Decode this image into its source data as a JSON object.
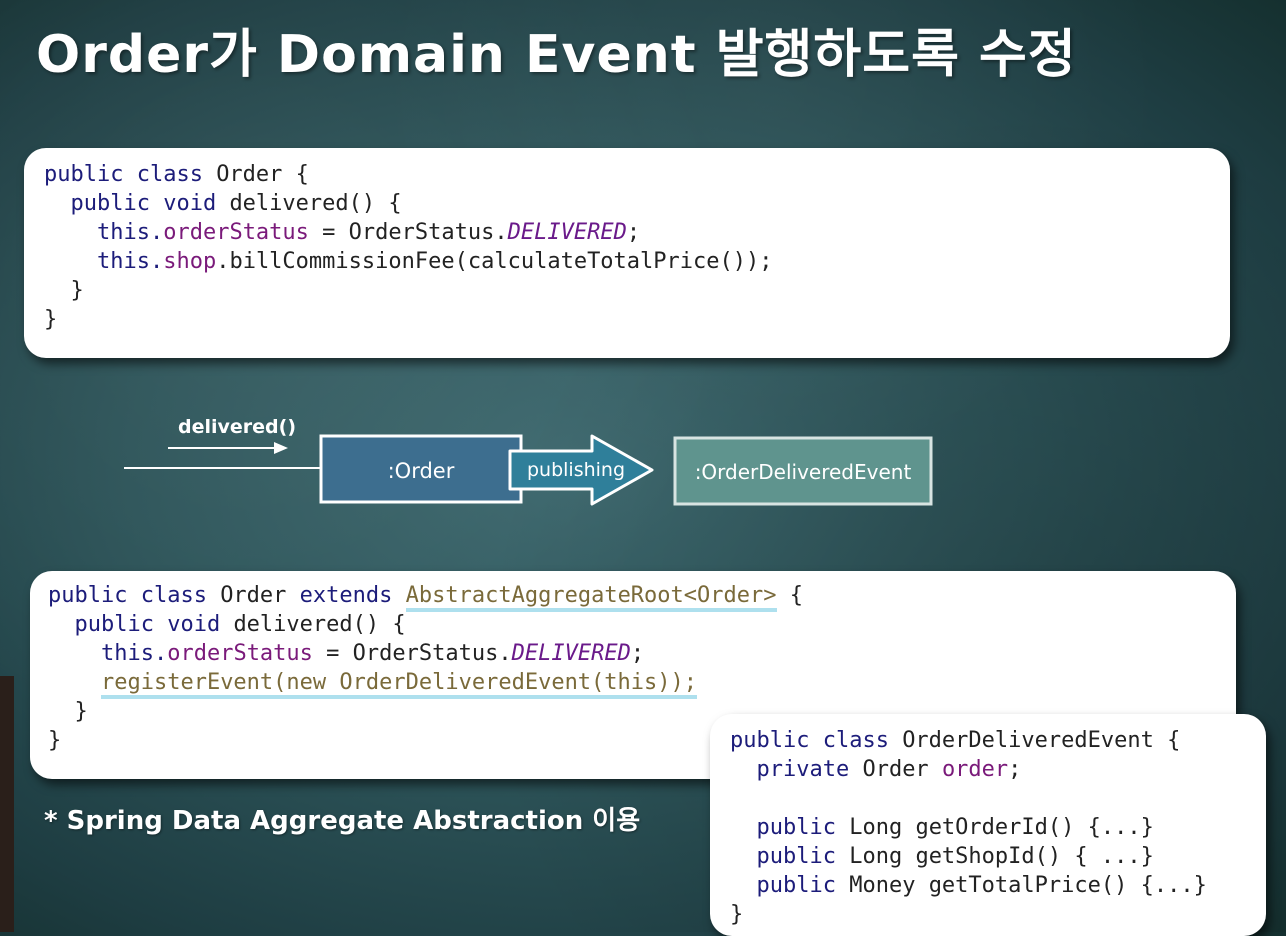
{
  "title": "Order가 Domain Event 발행하도록 수정",
  "code_top": {
    "lines": [
      [
        {
          "t": "public class ",
          "c": "kw"
        },
        {
          "t": "Order {",
          "c": ""
        }
      ],
      [
        {
          "t": "  public void ",
          "c": "kw"
        },
        {
          "t": "delivered() {",
          "c": ""
        }
      ],
      [
        {
          "t": "    this.",
          "c": "kw"
        },
        {
          "t": "orderStatus",
          "c": "fld"
        },
        {
          "t": " = OrderStatus.",
          "c": ""
        },
        {
          "t": "DELIVERED",
          "c": "con"
        },
        {
          "t": ";",
          "c": ""
        }
      ],
      [
        {
          "t": "    this.",
          "c": "kw"
        },
        {
          "t": "shop",
          "c": "fld"
        },
        {
          "t": ".billCommissionFee(calculateTotalPrice());",
          "c": ""
        }
      ],
      [
        {
          "t": "  }",
          "c": ""
        }
      ],
      [
        {
          "t": "}",
          "c": ""
        }
      ]
    ]
  },
  "diagram": {
    "call_label": "delivered()",
    "order_box": ":Order",
    "arrow_label": "publishing",
    "event_box": ":OrderDeliveredEvent"
  },
  "code_bottom": {
    "lines": [
      [
        {
          "t": "public class ",
          "c": "kw"
        },
        {
          "t": "Order ",
          "c": ""
        },
        {
          "t": "extends ",
          "c": "kw"
        },
        {
          "t": "AbstractAggregateRoot<Order>",
          "c": "hl ul"
        },
        {
          "t": " {",
          "c": ""
        }
      ],
      [
        {
          "t": "  public void ",
          "c": "kw"
        },
        {
          "t": "delivered() {",
          "c": ""
        }
      ],
      [
        {
          "t": "    this.",
          "c": "kw"
        },
        {
          "t": "orderStatus",
          "c": "fld"
        },
        {
          "t": " = OrderStatus.",
          "c": ""
        },
        {
          "t": "DELIVERED",
          "c": "con"
        },
        {
          "t": ";",
          "c": ""
        }
      ],
      [
        {
          "t": "    ",
          "c": ""
        },
        {
          "t": "registerEvent(new OrderDeliveredEvent(this));",
          "c": "hl ul"
        }
      ],
      [
        {
          "t": "  }",
          "c": ""
        }
      ],
      [
        {
          "t": "}",
          "c": ""
        }
      ]
    ]
  },
  "code_event": {
    "lines": [
      [
        {
          "t": "public class ",
          "c": "kw"
        },
        {
          "t": "OrderDeliveredEvent {",
          "c": ""
        }
      ],
      [
        {
          "t": "  private ",
          "c": "kw"
        },
        {
          "t": "Order ",
          "c": ""
        },
        {
          "t": "order",
          "c": "fld"
        },
        {
          "t": ";",
          "c": ""
        }
      ],
      [
        {
          "t": "",
          "c": ""
        }
      ],
      [
        {
          "t": "  public ",
          "c": "kw"
        },
        {
          "t": "Long getOrderId() {...}",
          "c": ""
        }
      ],
      [
        {
          "t": "  public ",
          "c": "kw"
        },
        {
          "t": "Long getShopId() { ...}",
          "c": ""
        }
      ],
      [
        {
          "t": "  public ",
          "c": "kw"
        },
        {
          "t": "Money getTotalPrice() {...}",
          "c": ""
        }
      ],
      [
        {
          "t": "}",
          "c": ""
        }
      ]
    ]
  },
  "note": "* Spring Data Aggregate Abstraction 이용"
}
